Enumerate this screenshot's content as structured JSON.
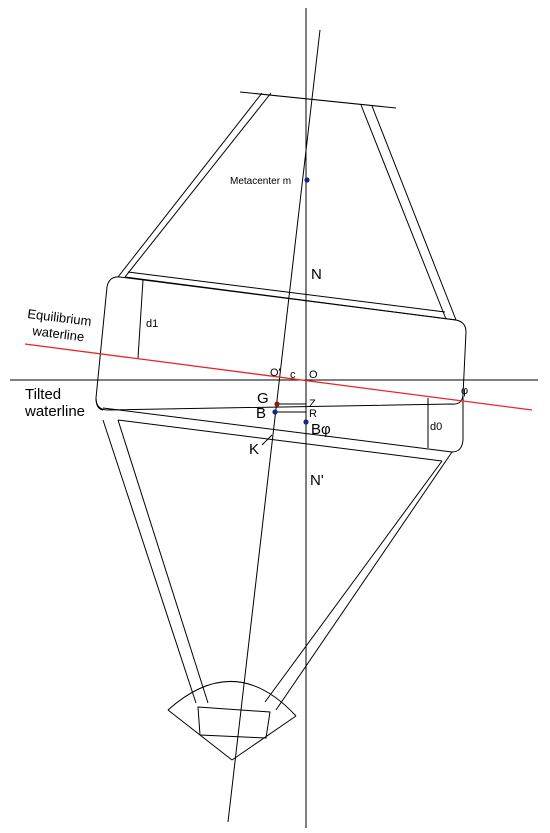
{
  "labels": {
    "metacenter": "Metacenter m",
    "n": "N",
    "n_prime": "N'",
    "d1": "d1",
    "d0": "d0",
    "o_prime": "O'",
    "c": "c",
    "o": "O",
    "phi": "φ",
    "g": "G",
    "b": "B",
    "z": "Z",
    "r": "R",
    "b_phi": "Bφ",
    "k": "K",
    "equilibrium_line1": "Equilibrium",
    "equilibrium_line2": "waterline",
    "tilted_line1": "Tilted",
    "tilted_line2": "waterline"
  },
  "colors": {
    "equilibrium_waterline": "#e8252a",
    "g_point": "#8b1a1a",
    "b_points": "#1a237e",
    "lines": "#000000"
  }
}
